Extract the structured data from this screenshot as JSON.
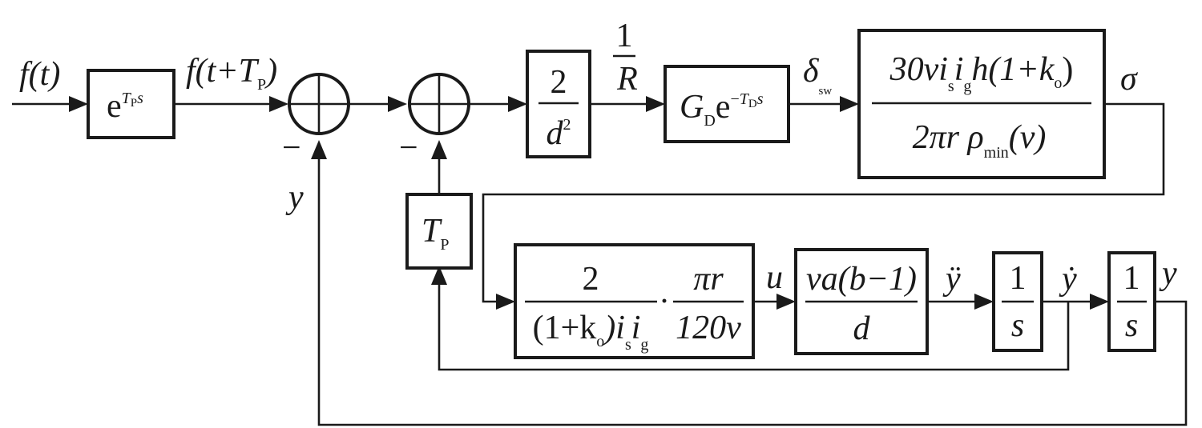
{
  "signals": {
    "input": "f(t)",
    "preview": "f(t+T",
    "preview_sub": "P",
    "preview_close": ")",
    "inv_radius_num": "1",
    "inv_radius_den": "R",
    "steer": "δ",
    "steer_sub": "sw",
    "sigma": "σ",
    "u": "u",
    "y_ddot": "ÿ",
    "y_dot": "ẏ",
    "y_out": "y",
    "y_feedback": "y",
    "minus_1": "−",
    "minus_2": "−"
  },
  "blocks": {
    "preview_delay": {
      "base": "e",
      "exp_T": "T",
      "exp_sub": "P",
      "exp_s": "s"
    },
    "curvature": {
      "num": "2",
      "den_d": "d",
      "den_exp": "2"
    },
    "driver": {
      "G": "G",
      "G_sub": "D",
      "e": "e",
      "exp_minus": "−",
      "exp_T": "T",
      "exp_sub": "D",
      "exp_s": "s"
    },
    "steering_gain": {
      "num": "30vi",
      "num_s": "s",
      "num_i": "i",
      "num_g": "g",
      "num_tail": "h(1+k",
      "num_o": "o",
      "num_close": ")",
      "den_head": "2πr ρ",
      "den_sub": "min",
      "den_tail": "(v)"
    },
    "preview_gain": {
      "T": "T",
      "sub": "P"
    },
    "conversion": {
      "frac1_num": "2",
      "frac1_den_head": "(1+k",
      "frac1_den_o": "o",
      "frac1_den_mid": ")i",
      "frac1_den_s": "s",
      "frac1_den_i": "i",
      "frac1_den_g": "g",
      "dot": "·",
      "frac2_num": "πr",
      "frac2_den": "120v"
    },
    "lateral": {
      "num": "va(b−1)",
      "den": "d"
    },
    "integrator_1": {
      "num": "1",
      "den": "s"
    },
    "integrator_2": {
      "num": "1",
      "den": "s"
    }
  }
}
